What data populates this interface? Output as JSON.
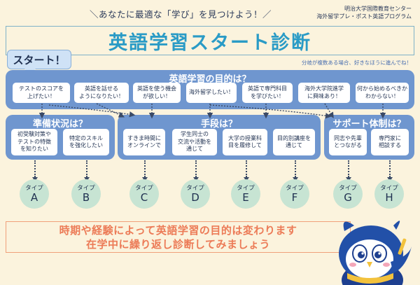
{
  "header": {
    "tagline": "＼あなたに最適な「学び」を見つけよう！／",
    "org_line1": "明治大学国際教育センター",
    "org_line2": "海外留学プレ・ポスト英語プログラム",
    "title": "英語学習スタート診断",
    "start_label": "スタート！",
    "branch_note": "分岐が複数ある場合、好きなほうに進んでね！"
  },
  "purpose": {
    "title": "英語学習の目的は？",
    "items": [
      "テストのスコアを\n上げたい！",
      "英語を話せる\nようになりたい！",
      "英語を使う機会\nが欲しい！",
      "海外留学したい！",
      "英語で専門科目\nを学びたい！",
      "海外大学院進学\nに興味あり！",
      "何から始めるべきか\nわからない！"
    ]
  },
  "preparation": {
    "title": "準備状況は？",
    "items": [
      "初受験対策や\nテストの特徴\nを知りたい",
      "特定のスキル\nを強化したい"
    ]
  },
  "means": {
    "title": "手段は？",
    "items": [
      "すきま時間に\nオンラインで",
      "学生同士の\n交流や活動を\n通じて",
      "大学の授業科\n目を履修して",
      "目的別講座を\n通じて"
    ]
  },
  "support": {
    "title": "サポート体制は？",
    "items": [
      "同志や先輩\nとつながる",
      "専門家に\n相談する"
    ]
  },
  "types": {
    "label": "タイプ",
    "letters": [
      "A",
      "B",
      "C",
      "D",
      "E",
      "F",
      "G",
      "H"
    ]
  },
  "footer": {
    "line1": "時期や経験によって英語学習の目的は変わります",
    "line2": "在学中に繰り返し診断してみましょう"
  },
  "colors": {
    "background": "#fbf3dd",
    "panel": "#6f96cf",
    "title": "#2a9bc6",
    "type_circle": "#c7e4d3",
    "footer_text": "#ec7b57"
  }
}
